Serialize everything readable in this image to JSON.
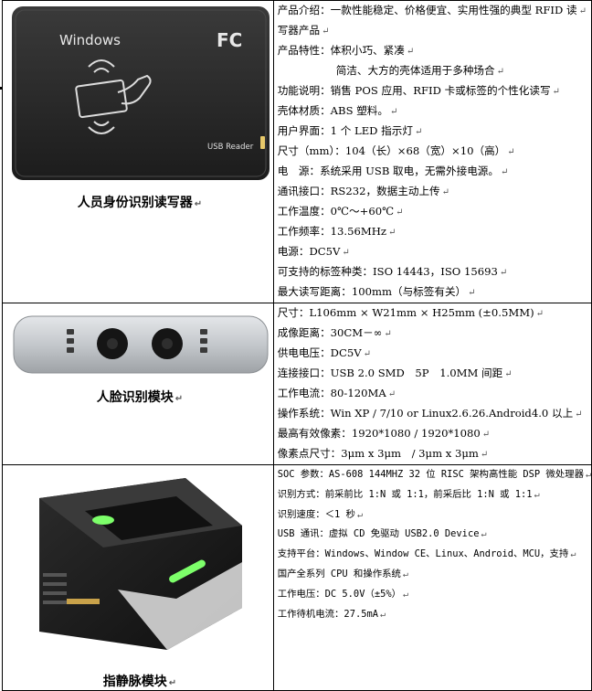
{
  "rows": [
    {
      "caption": "人员身份识别读写器",
      "image": {
        "brand": "Windows",
        "logo": "FC",
        "label": "USB Reader"
      },
      "specs": [
        "产品介绍：一款性能稳定、价格便宜、实用性强的典型 RFID 读",
        "写器产品",
        "产品特性：体积小巧、紧凑",
        "简洁、大方的壳体适用于多种场合",
        "功能说明：销售 POS 应用、RFID 卡或标签的个性化读写",
        "壳体材质：ABS 塑料。",
        "用户界面：1 个 LED 指示灯",
        "尺寸（mm）：104（长）×68（宽）×10（高）",
        "电　源：系统采用 USB 取电，无需外接电源。",
        "通讯接口：RS232，数据主动上传",
        "工作温度：0℃～+60℃",
        "工作频率：13.56MHz",
        "电源：DC5V",
        "可支持的标签种类：ISO 14443，ISO 15693",
        "最大读写距离：100mm（与标签有关）"
      ]
    },
    {
      "caption": "人脸识别模块",
      "specs": [
        "尺寸：L106mm × W21mm × H25mm (±0.5MM)",
        "成像距离：30CM－∞",
        "供电电压：DC5V",
        "连接接口：USB 2.0 SMD　5P　1.0MM 间距",
        "工作电流：80-120MA",
        "操作系统：Win XP / 7/10 or Linux2.6.26.Android4.0 以上",
        "最高有效像素：1920*1080 / 1920*1080",
        "像素点尺寸：3μm x 3μm　/ 3μm x 3μm"
      ]
    },
    {
      "caption": "指静脉模块",
      "specs": [
        "SOC 参数：AS-608 144MHZ 32 位 RISC 架构高性能 DSP 微处理器",
        "识别方式：前采前比 1:N 或 1:1，前采后比 1:N 或 1:1",
        "识别速度：＜1 秒",
        "USB 通讯：虚拟 CD 免驱动 USB2.0 Device",
        "支持平台：Windows、Window CE、Linux、Android、MCU，支持",
        "国产全系列 CPU 和操作系统",
        "工作电压：DC 5.0V（±5%）",
        "工作待机电流：27.5mA"
      ]
    }
  ],
  "pilcrow": "↵",
  "colors": {
    "reader_body": "#2b2b2b",
    "face_body": "#c9ccd0",
    "vein_glow": "#7dff6a"
  }
}
